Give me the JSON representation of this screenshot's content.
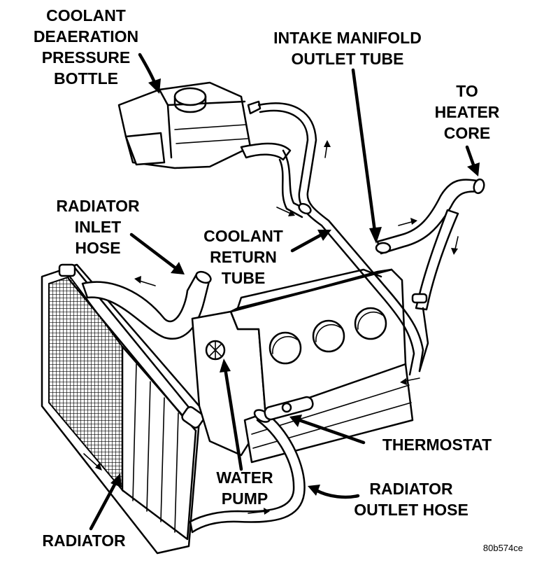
{
  "labels": {
    "pressure_bottle": [
      "COOLANT",
      "DEAERATION",
      "PRESSURE",
      "BOTTLE"
    ],
    "intake_manifold": [
      "INTAKE MANIFOLD",
      "OUTLET TUBE"
    ],
    "heater_core": [
      "TO",
      "HEATER",
      "CORE"
    ],
    "radiator_inlet": [
      "RADIATOR",
      "INLET",
      "HOSE"
    ],
    "coolant_return": [
      "COOLANT",
      "RETURN",
      "TUBE"
    ],
    "thermostat": [
      "THERMOSTAT"
    ],
    "water_pump": [
      "WATER",
      "PUMP"
    ],
    "radiator_outlet": [
      "RADIATOR",
      "OUTLET HOSE"
    ],
    "radiator": [
      "RADIATOR"
    ]
  },
  "figure_code": "80b574ce"
}
